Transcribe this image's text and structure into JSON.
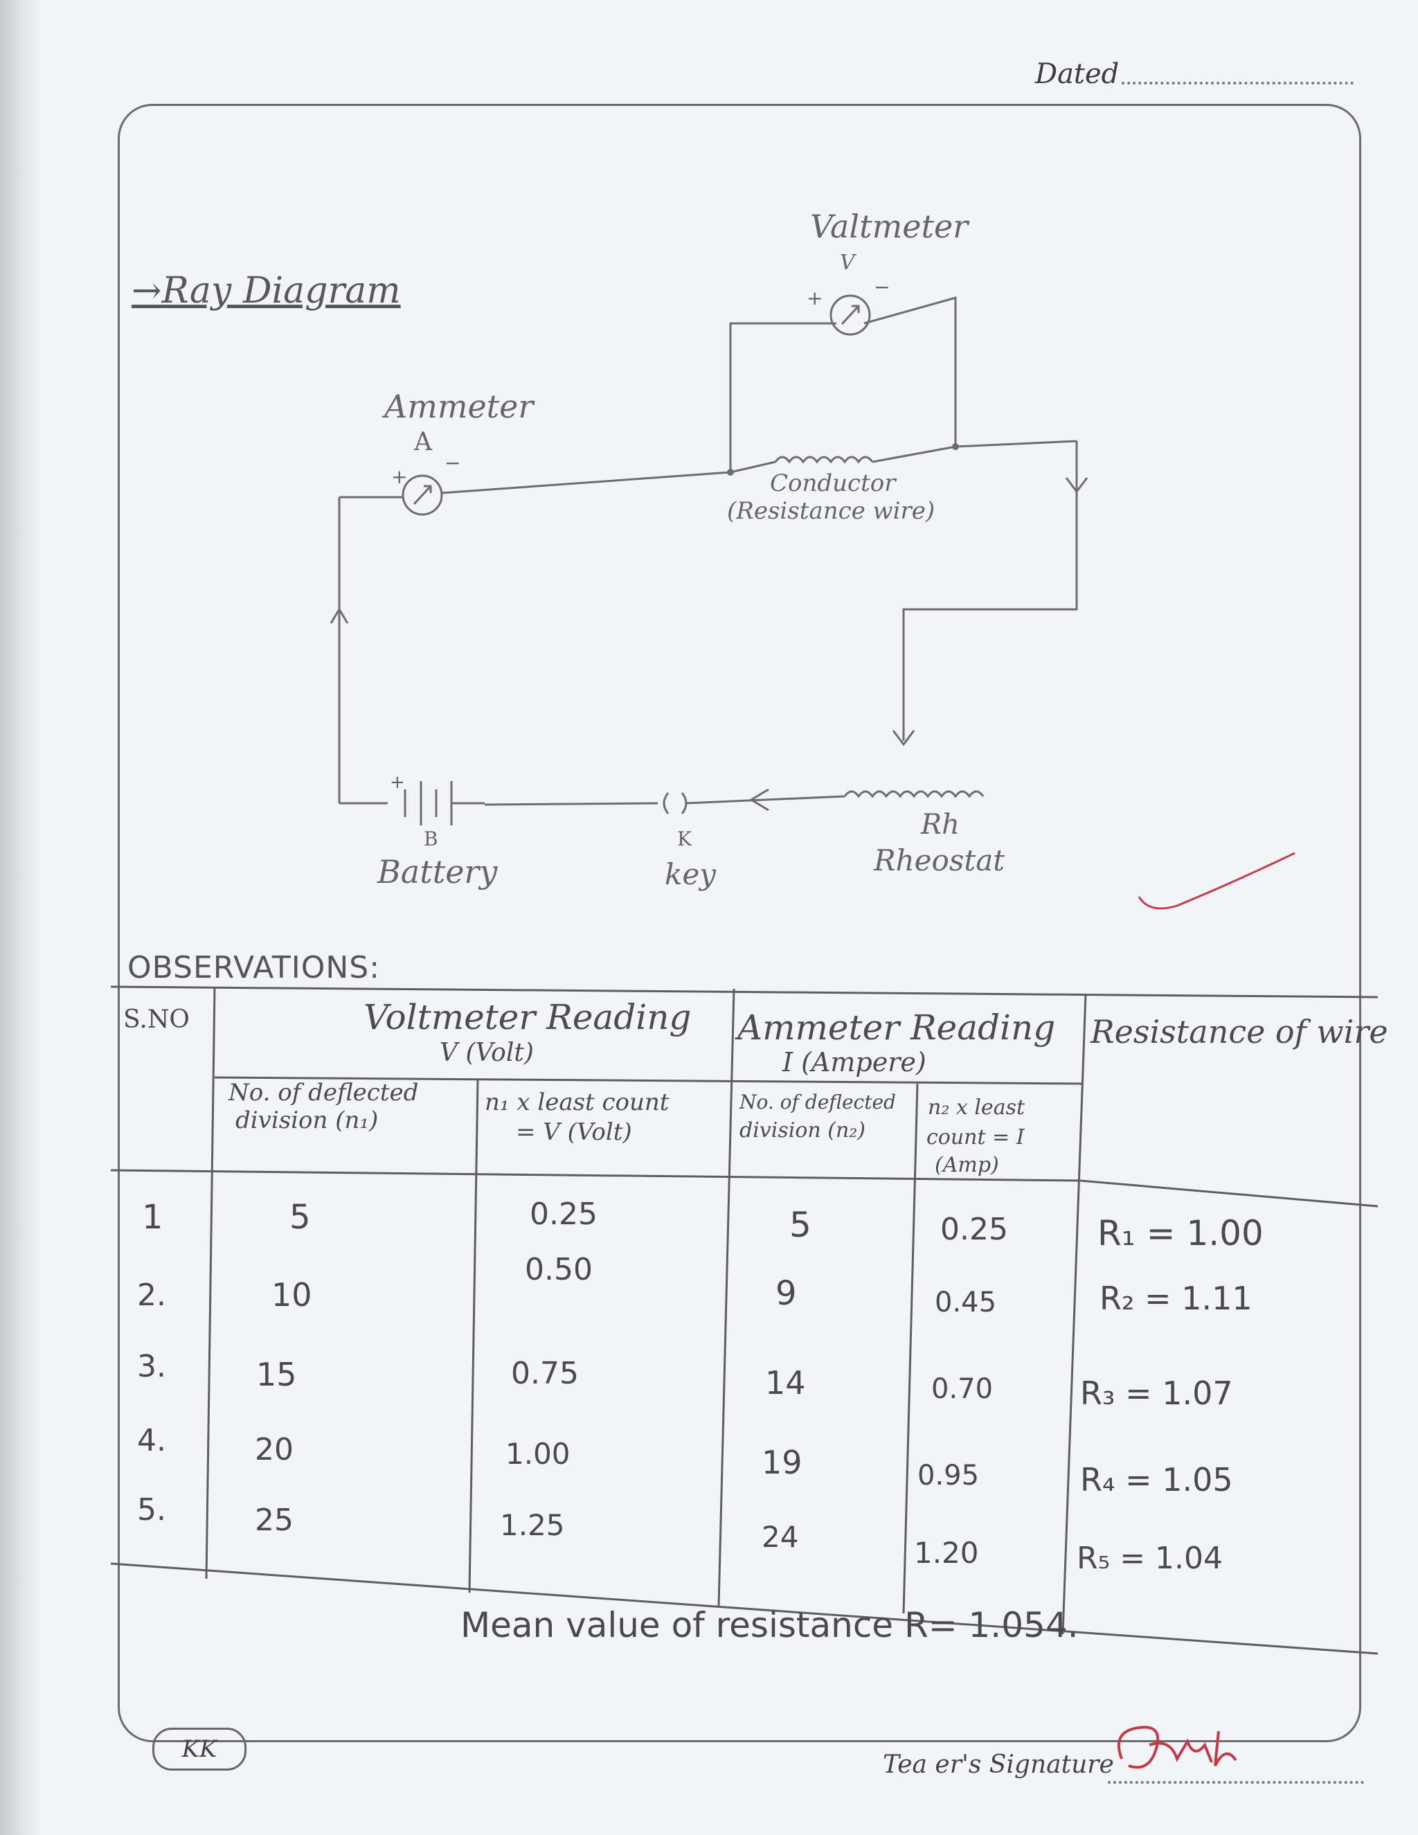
{
  "header": {
    "dated_label": "Dated"
  },
  "diagram": {
    "heading": "Ray Diagram",
    "labels": {
      "voltmeter": "Valtmeter",
      "voltmeter_symbol": "V",
      "ammeter": "Ammeter",
      "ammeter_symbol": "A",
      "conductor": "Conductor",
      "resistance_wire": "(Resistance wire)",
      "battery_symbol": "B",
      "battery": "Battery",
      "key_symbol": "K",
      "key": "key",
      "rheostat_symbol": "Rh",
      "rheostat": "Rheostat"
    }
  },
  "observations": {
    "title": "OBSERVATIONS:",
    "headers": {
      "sno": "S.NO",
      "voltmeter_reading": "Voltmeter Reading",
      "voltmeter_unit": "V (Volt)",
      "ammeter_reading": "Ammeter Reading",
      "ammeter_unit": "I (Ampere)",
      "resistance": "Resistance of wire",
      "n1_line1": "No. of deflected",
      "n1_line2": "division (n₁)",
      "v_line1": "n₁ x least count",
      "v_line2": "= V (Volt)",
      "n2_line1": "No. of deflected",
      "n2_line2": "division (n₂)",
      "i_line1": "n₂ x least",
      "i_line2": "count = I",
      "i_line3": "(Amp)"
    },
    "rows": [
      {
        "sno": "1",
        "n1": "5",
        "v": "0.25",
        "n2": "5",
        "i": "0.25",
        "r": "R₁ = 1.00"
      },
      {
        "sno": "2.",
        "n1": "10",
        "v": "0.50",
        "n2": "9",
        "i": "0.45",
        "r": "R₂ = 1.11"
      },
      {
        "sno": "3.",
        "n1": "15",
        "v": "0.75",
        "n2": "14",
        "i": "0.70",
        "r": "R₃ = 1.07"
      },
      {
        "sno": "4.",
        "n1": "20",
        "v": "1.00",
        "n2": "19",
        "i": "0.95",
        "r": "R₄ = 1.05"
      },
      {
        "sno": "5.",
        "n1": "25",
        "v": "1.25",
        "n2": "24",
        "i": "1.20",
        "r": "R₅ = 1.04"
      }
    ],
    "mean": "Mean value of resistance R= 1.054."
  },
  "footer": {
    "badge": "KK",
    "signature_label": "Tea er's Signature"
  }
}
